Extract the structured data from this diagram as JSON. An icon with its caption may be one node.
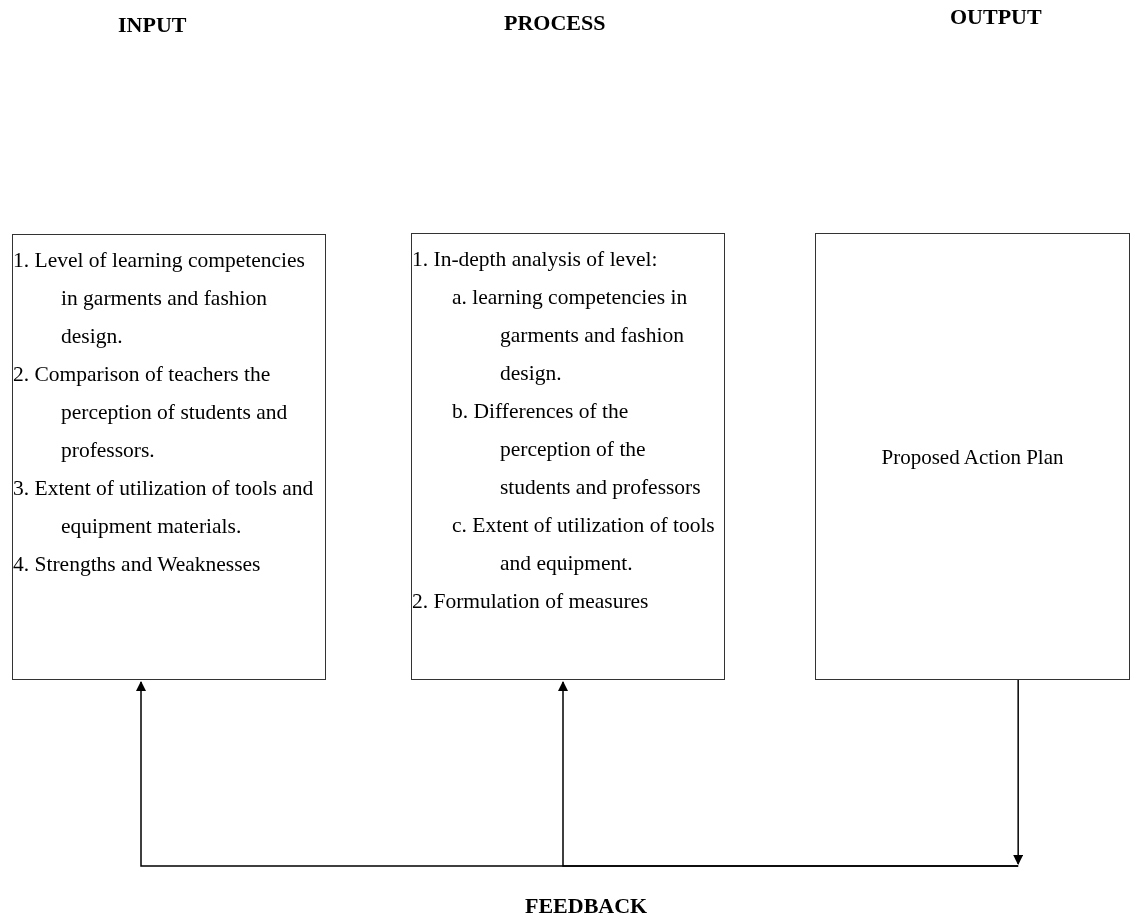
{
  "diagram": {
    "nodes": [
      {
        "text": [
          "1. Level of learning competencies in garments and fashion design.",
          "2. Comparison of teachers the perception of students and professors.",
          "3. Extent of utilization of tools and equipment materials.",
          "4. Strengths and Weaknesses"
        ]
      },
      {
        "text": [
          "1. In-depth analysis of level:",
          "a. learning competencies in garments and fashion design.",
          "b. Differences of the perception of the students and professors",
          "c. Extent of utilization of tools and equipment.",
          "2. Formulation of measures"
        ]
      },
      {
        "text": [
          "Proposed Action Plan"
        ]
      }
    ],
    "edges": [
      {
        "from": 2,
        "to": 0,
        "arrow": "to"
      },
      {
        "from": 2,
        "to": 1,
        "arrow": "to"
      }
    ],
    "labels": [
      "INPUT",
      "PROCESS",
      "OUTPUT",
      "FEEDBACK"
    ]
  }
}
